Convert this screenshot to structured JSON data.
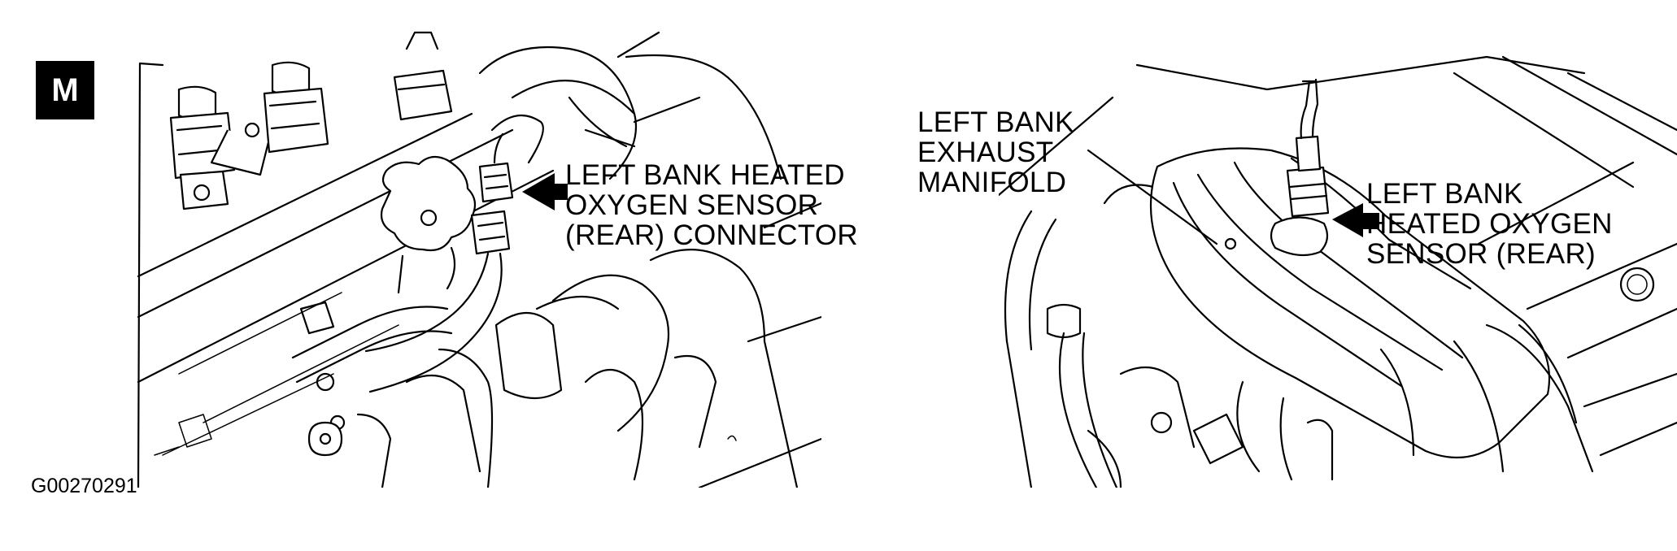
{
  "badge": {
    "letter": "M"
  },
  "labels": {
    "connector": [
      "LEFT BANK HEATED",
      "OXYGEN SENSOR",
      "(REAR) CONNECTOR"
    ],
    "manifold": [
      "LEFT BANK",
      "EXHAUST",
      "MANIFOLD"
    ],
    "sensor": [
      "LEFT BANK",
      "HEATED OXYGEN",
      "SENSOR (REAR)"
    ]
  },
  "figure_id": "G00270291"
}
